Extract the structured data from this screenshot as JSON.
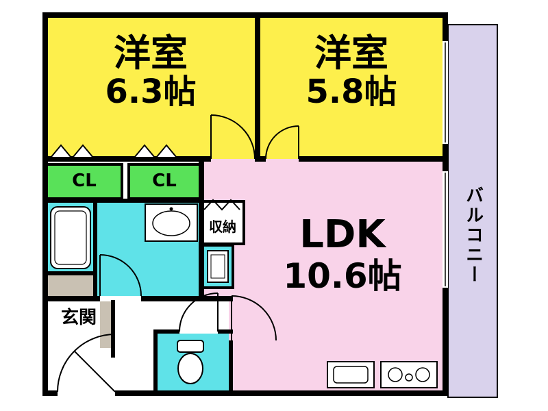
{
  "colors": {
    "wall": "#000000",
    "bedroom": "#fdef4c",
    "ldk": "#f9d3e9",
    "closet": "#59e159",
    "wet": "#5fe2e8",
    "balcony": "#d9d2ec",
    "tile": "#c9c1b3"
  },
  "rooms": {
    "bedroom1": {
      "name": "洋室",
      "size": "6.3帖"
    },
    "bedroom2": {
      "name": "洋室",
      "size": "5.8帖"
    },
    "ldk": {
      "name": "LDK",
      "size": "10.6帖"
    },
    "closet1": {
      "label": "CL"
    },
    "closet2": {
      "label": "CL"
    },
    "storage": {
      "label": "収納"
    },
    "entrance": {
      "label": "玄関"
    },
    "balcony": {
      "label": "バルコニー"
    }
  }
}
